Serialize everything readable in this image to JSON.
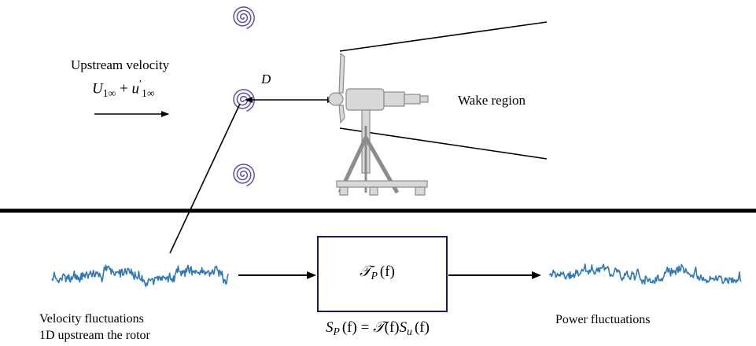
{
  "colors": {
    "signal": "#2f78b8",
    "vortex": "#5a50a8",
    "box_border": "#1b1a5e",
    "turbine": "#9a9a9a",
    "line": "#000000"
  },
  "labels": {
    "upstream_title": "Upstream velocity",
    "upstream_formula": {
      "U": "U",
      "U_sub": "1∞",
      "plus": " + ",
      "u": "u",
      "u_prime": "′",
      "u_sub": "1∞"
    },
    "diameter": "D",
    "wake": "Wake region",
    "velocity_fluct_line1": "Velocity fluctuations",
    "velocity_fluct_line2": "1D upstream the rotor",
    "power_fluct": "Power fluctuations",
    "box_formula": {
      "T": "𝒯",
      "T_sub": "P",
      "arg": "(f)"
    },
    "spectrum_formula": {
      "S": "S",
      "S_sub": "P",
      "lhs_arg": "(f)",
      "eq": " = ",
      "T": "𝒯",
      "T_arg": "(f)",
      "S2": "S",
      "S2_sub": "u",
      "rhs_arg": "(f)"
    }
  }
}
